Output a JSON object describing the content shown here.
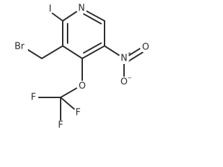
{
  "molecule": {
    "atoms": {
      "N_ring": "N",
      "I": "I",
      "Br": "Br",
      "O_ether": "O",
      "N_nitro": "N",
      "N_nitro_charge": "+",
      "O_nitro_top": "O",
      "O_nitro_bottom": "O",
      "O_nitro_charge": "−",
      "F_left": "F",
      "F_right": "F",
      "F_bottom": "F"
    }
  }
}
